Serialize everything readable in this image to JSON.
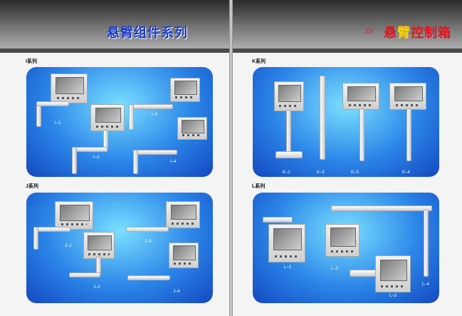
{
  "left_page": {
    "header_title": "悬臂组件系列",
    "sections": [
      {
        "title": "I系列",
        "labels": [
          "I–1",
          "I–2",
          "I–3",
          "I–4"
        ]
      },
      {
        "title": "J系列",
        "labels": [
          "J–1",
          "J–2",
          "J–3",
          "J–4"
        ]
      }
    ]
  },
  "right_page": {
    "page_number": "15/",
    "header_title_part1": "悬",
    "header_title_highlight": "臂",
    "header_title_part2": "控制箱",
    "sections": [
      {
        "title": "K系列",
        "labels": [
          "K–1",
          "K–2",
          "K–3",
          "K–4"
        ]
      },
      {
        "title": "L系列",
        "labels": [
          "L–1",
          "L–2",
          "L–3",
          "L–4"
        ]
      }
    ]
  },
  "colors": {
    "left_title": "#1c3cc8",
    "right_title": "#e0141e",
    "title_highlight": "#ffd400",
    "panel_blue": "#2b86e8"
  }
}
